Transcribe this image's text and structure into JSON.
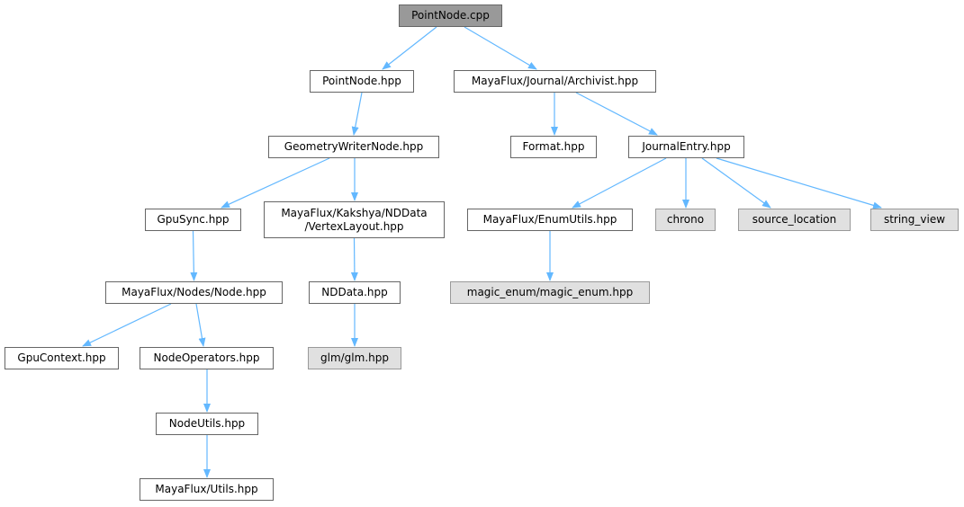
{
  "colors": {
    "edge": "#63b8ff",
    "root_fill": "#999999",
    "ext_fill": "#e0e0e0",
    "node_border": "#666666"
  },
  "nodes": {
    "pointnode_cpp": "PointNode.cpp",
    "pointnode_hpp": "PointNode.hpp",
    "archivist_hpp": "MayaFlux/Journal/Archivist.hpp",
    "geometrywriternode_hpp": "GeometryWriterNode.hpp",
    "format_hpp": "Format.hpp",
    "journalentry_hpp": "JournalEntry.hpp",
    "gpusync_hpp": "GpuSync.hpp",
    "vertexlayout_hpp": "MayaFlux/Kakshya/NDData\n/VertexLayout.hpp",
    "enumutils_hpp": "MayaFlux/EnumUtils.hpp",
    "chrono": "chrono",
    "source_location": "source_location",
    "string_view": "string_view",
    "node_hpp": "MayaFlux/Nodes/Node.hpp",
    "nddata_hpp": "NDData.hpp",
    "magic_enum_hpp": "magic_enum/magic_enum.hpp",
    "gpucontext_hpp": "GpuContext.hpp",
    "nodeoperators_hpp": "NodeOperators.hpp",
    "glm_hpp": "glm/glm.hpp",
    "nodeutils_hpp": "NodeUtils.hpp",
    "utils_hpp": "MayaFlux/Utils.hpp"
  },
  "edges": [
    [
      "pointnode_cpp",
      "pointnode_hpp"
    ],
    [
      "pointnode_cpp",
      "archivist_hpp"
    ],
    [
      "pointnode_hpp",
      "geometrywriternode_hpp"
    ],
    [
      "archivist_hpp",
      "format_hpp"
    ],
    [
      "archivist_hpp",
      "journalentry_hpp"
    ],
    [
      "geometrywriternode_hpp",
      "gpusync_hpp"
    ],
    [
      "geometrywriternode_hpp",
      "vertexlayout_hpp"
    ],
    [
      "journalentry_hpp",
      "enumutils_hpp"
    ],
    [
      "journalentry_hpp",
      "chrono"
    ],
    [
      "journalentry_hpp",
      "source_location"
    ],
    [
      "journalentry_hpp",
      "string_view"
    ],
    [
      "gpusync_hpp",
      "node_hpp"
    ],
    [
      "vertexlayout_hpp",
      "nddata_hpp"
    ],
    [
      "enumutils_hpp",
      "magic_enum_hpp"
    ],
    [
      "node_hpp",
      "gpucontext_hpp"
    ],
    [
      "node_hpp",
      "nodeoperators_hpp"
    ],
    [
      "nddata_hpp",
      "glm_hpp"
    ],
    [
      "nodeoperators_hpp",
      "nodeutils_hpp"
    ],
    [
      "nodeutils_hpp",
      "utils_hpp"
    ]
  ]
}
